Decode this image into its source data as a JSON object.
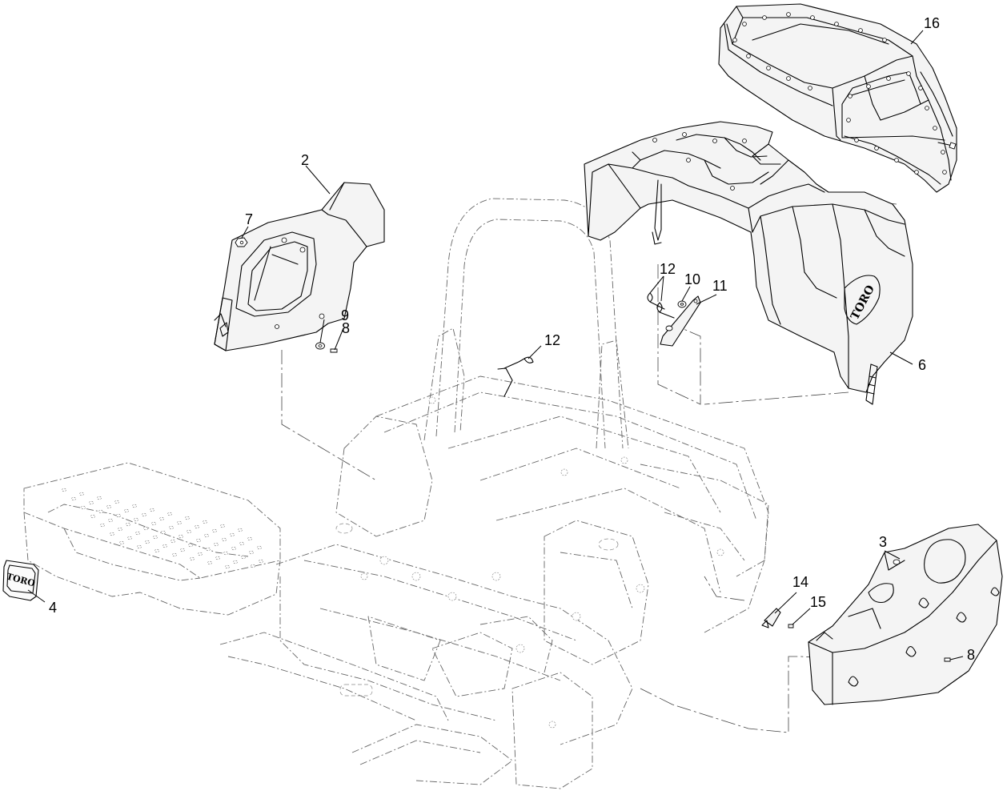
{
  "diagram": {
    "callouts": {
      "c2": "2",
      "c3": "3",
      "c4": "4",
      "c6": "6",
      "c7": "7",
      "c8a": "8",
      "c8b": "8",
      "c9": "9",
      "c10": "10",
      "c11": "11",
      "c12a": "12",
      "c12b": "12",
      "c14": "14",
      "c15": "15",
      "c16": "16"
    },
    "decal_text": "TORO",
    "hood_logo_text": "TORO"
  }
}
